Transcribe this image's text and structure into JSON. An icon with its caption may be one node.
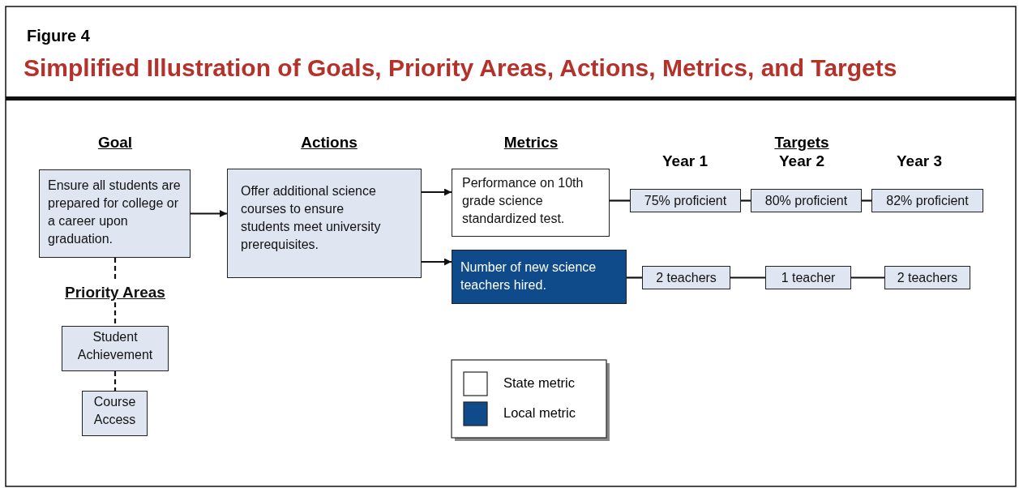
{
  "diagram": {
    "title": "Simplified Illustration of Goals, Priority Areas, Actions, Metrics, and Targets",
    "nodes": [
      {
        "text": [
          "Ensure all students are prepared for college or a career upon graduation."
        ]
      },
      {
        "text": [
          "Priority Areas"
        ]
      },
      {
        "text": [
          "Student Achievement"
        ]
      },
      {
        "text": [
          "Course Access"
        ]
      },
      {
        "text": [
          "Offer additional science courses to ensure students meet university prerequisites."
        ]
      },
      {
        "text": [
          "Performance on 10th grade science standardized test."
        ]
      },
      {
        "text": [
          "Number of new science teachers hired."
        ]
      },
      {
        "text": [
          "75% proficient"
        ]
      },
      {
        "text": [
          "80% proficient"
        ]
      },
      {
        "text": [
          "82% proficient"
        ]
      },
      {
        "text": [
          "2 teachers"
        ]
      },
      {
        "text": [
          "1 teacher"
        ]
      },
      {
        "text": [
          "2 teachers"
        ]
      }
    ],
    "edges": [
      {
        "from": 0,
        "to": 4,
        "arrow": "to"
      },
      {
        "from": 4,
        "to": 5,
        "arrow": "to"
      },
      {
        "from": 4,
        "to": 6,
        "arrow": "to"
      },
      {
        "from": 0,
        "to": 1,
        "arrow": "none",
        "style": "dashed"
      },
      {
        "from": 1,
        "to": 2,
        "arrow": "none",
        "style": "dashed"
      },
      {
        "from": 2,
        "to": 3,
        "arrow": "none",
        "style": "dashed"
      },
      {
        "from": 5,
        "to": 7,
        "arrow": "none"
      },
      {
        "from": 7,
        "to": 8,
        "arrow": "none"
      },
      {
        "from": 8,
        "to": 9,
        "arrow": "none"
      },
      {
        "from": 6,
        "to": 10,
        "arrow": "none"
      },
      {
        "from": 10,
        "to": 11,
        "arrow": "none"
      },
      {
        "from": 11,
        "to": 12,
        "arrow": "none"
      }
    ],
    "labels": [
      "Figure 4",
      "Goal",
      "Actions",
      "Metrics",
      "Targets",
      "Year 1",
      "Year 2",
      "Year 3"
    ],
    "legend": [
      {
        "text": "State metric",
        "color": "#ffffff"
      },
      {
        "text": "Local metric",
        "color": "#0f4a8a"
      }
    ]
  }
}
